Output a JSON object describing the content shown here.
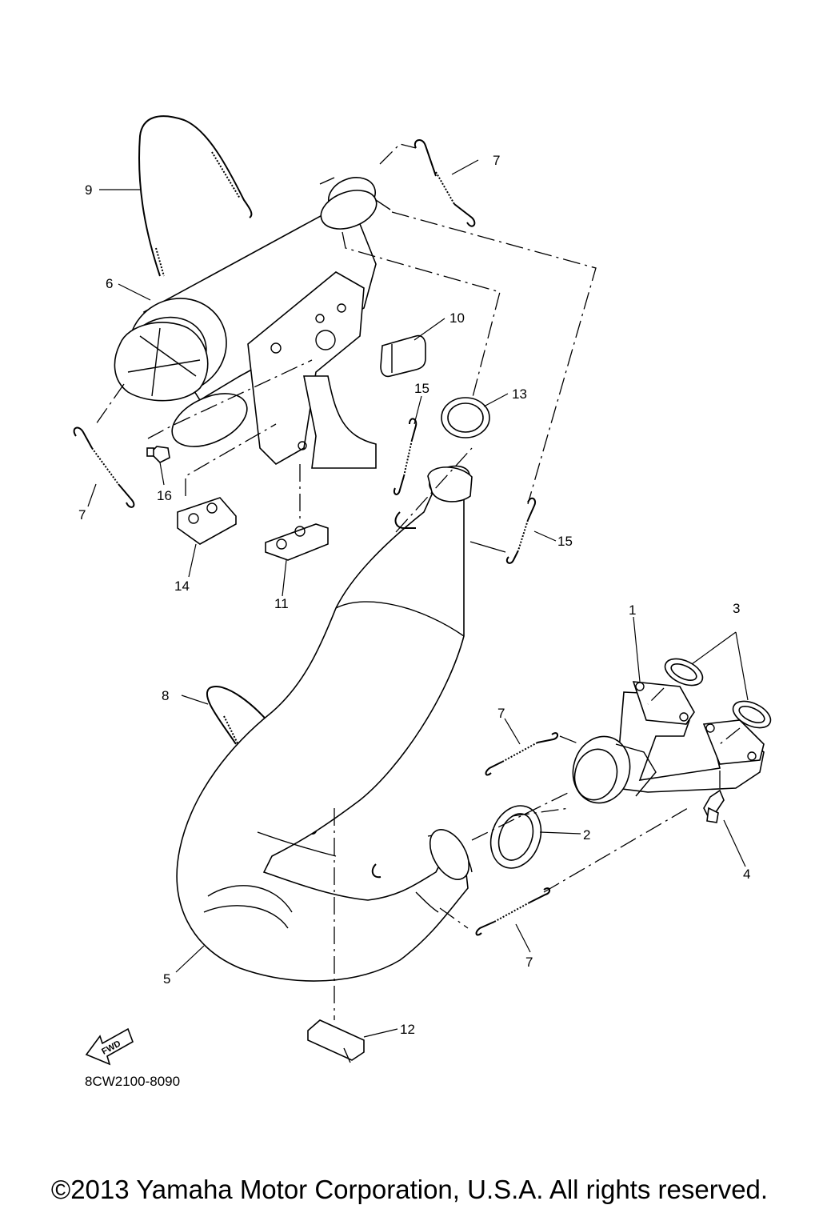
{
  "callouts": {
    "c1": "1",
    "c2": "2",
    "c3": "3",
    "c4": "4",
    "c5": "5",
    "c6": "6",
    "c7a": "7",
    "c7b": "7",
    "c7c": "7",
    "c7d": "7",
    "c8": "8",
    "c9": "9",
    "c10": "10",
    "c11": "11",
    "c12": "12",
    "c13": "13",
    "c14": "14",
    "c15a": "15",
    "c15b": "15",
    "c16": "16"
  },
  "fwd_label": "FWD",
  "diagram_code": "8CW2100-8090",
  "copyright": "©2013 Yamaha Motor Corporation, U.S.A. All rights reserved."
}
